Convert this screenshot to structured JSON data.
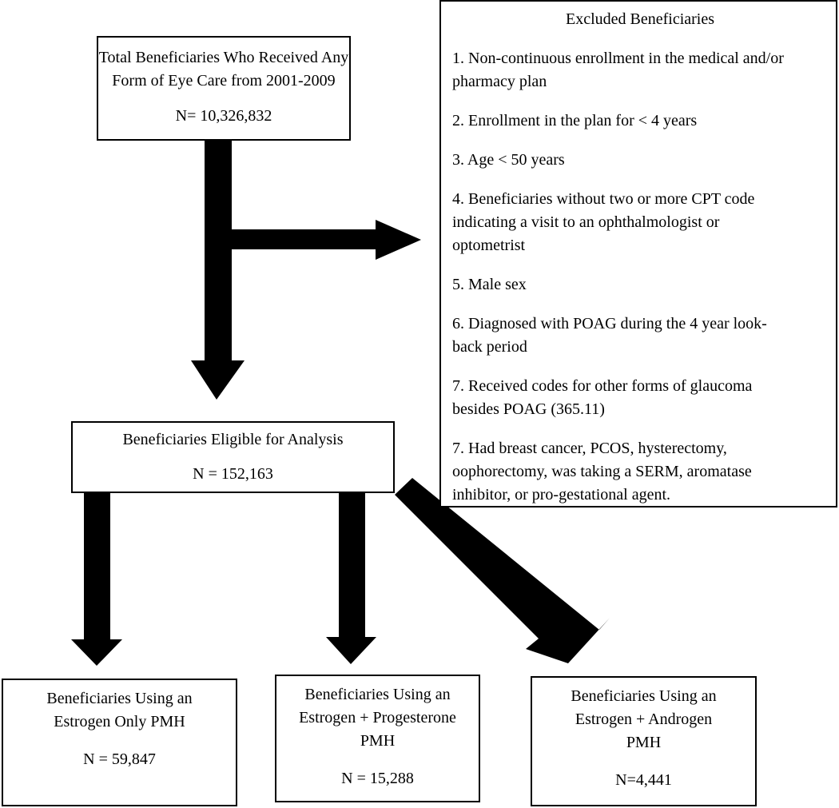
{
  "total": {
    "lines": [
      "Total Beneficiaries Who Received Any",
      "Form of Eye Care from 2001-2009"
    ],
    "count": "N= 10,326,832"
  },
  "excluded": {
    "title": "Excluded Beneficiaries",
    "items": [
      [
        "1. Non-continuous enrollment in the medical and/or",
        "pharmacy plan"
      ],
      [
        "2. Enrollment in the plan for < 4 years"
      ],
      [
        "3. Age < 50 years"
      ],
      [
        "4. Beneficiaries without two or more CPT code",
        "indicating a visit to an ophthalmologist or",
        "optometrist"
      ],
      [
        "5. Male sex"
      ],
      [
        "6. Diagnosed with POAG during the 4 year look-",
        "back period"
      ],
      [
        "7. Received codes for other forms of glaucoma",
        "besides POAG (365.11)"
      ],
      [
        "7. Had breast cancer, PCOS, hysterectomy,",
        "oophorectomy, was taking a SERM, aromatase",
        "inhibitor, or pro-gestational agent."
      ]
    ]
  },
  "eligible": {
    "title": "Beneficiaries Eligible for Analysis",
    "count": "N = 152,163"
  },
  "groups": {
    "estrogen_only": {
      "lines": [
        "Beneficiaries Using an",
        "Estrogen Only PMH"
      ],
      "count": "N = 59,847"
    },
    "estrogen_progesterone": {
      "lines": [
        "Beneficiaries Using an",
        "Estrogen + Progesterone",
        "PMH"
      ],
      "count": "N = 15,288"
    },
    "estrogen_androgen": {
      "lines": [
        "Beneficiaries Using an",
        "Estrogen + Androgen",
        "PMH"
      ],
      "count": "N=4,441"
    }
  }
}
